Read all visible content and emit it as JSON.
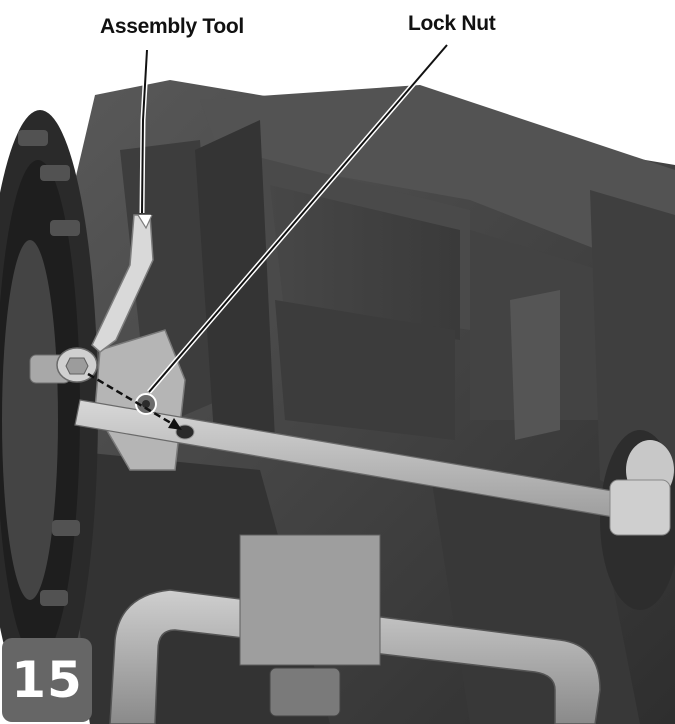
{
  "step": {
    "number": "15"
  },
  "callouts": {
    "assembly_tool": "Assembly Tool",
    "lock_nut": "Lock Nut"
  },
  "colors": {
    "background": "#ffffff",
    "body_dark": "#3a3a3a",
    "body_mid": "#4d4d4d",
    "part_light": "#b8b8b8",
    "badge": "#666666"
  }
}
